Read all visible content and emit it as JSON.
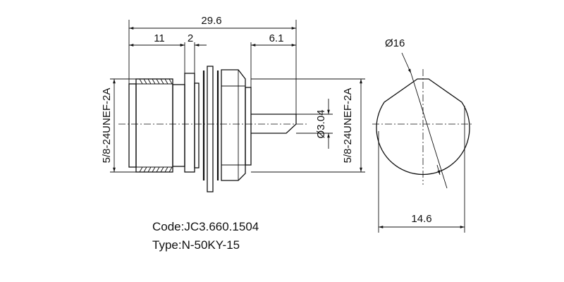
{
  "dimensions": {
    "overall_length": "29.6",
    "thread_length": "11",
    "flange_width": "2",
    "pin_length": "6.1",
    "thread_left": "5/8-24UNEF-2A",
    "pin_diameter": "Ø3.04",
    "thread_right": "5/8-24UNEF-2A",
    "end_view_diameter": "Ø16",
    "flat_width": "14.6"
  },
  "info": {
    "code": "Code:JC3.660.1504",
    "type": "Type:N-50KY-15"
  }
}
